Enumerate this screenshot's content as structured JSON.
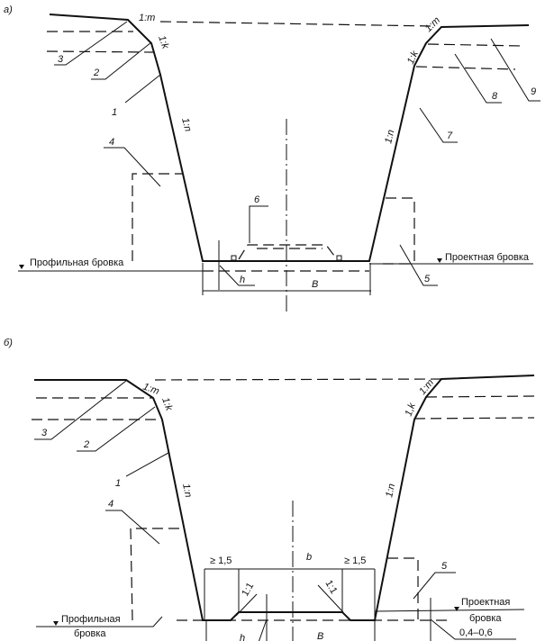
{
  "diagram_a": {
    "panel_label": "а)",
    "slopes": {
      "m": "1:m",
      "k": "1:k",
      "n": "1:n"
    },
    "callouts": [
      "1",
      "2",
      "3",
      "4",
      "5",
      "6",
      "7",
      "8",
      "9"
    ],
    "profile_edge": "Профильная бровка",
    "design_edge": "Проектная бровка",
    "dim_h": "h",
    "dim_B": "B"
  },
  "diagram_b": {
    "panel_label": "б)",
    "slopes": {
      "m": "1:m",
      "k": "1:k",
      "n": "1:n",
      "k_right": "1,k",
      "one_one": "1:1"
    },
    "callouts": [
      "1",
      "2",
      "3",
      "4",
      "5"
    ],
    "profile_edge_line1": "Профильная",
    "profile_edge_line2": "бровка",
    "design_edge_line1": "Проектная",
    "design_edge_line2": "бровка",
    "berm_width": "≥ 1,5",
    "dim_b": "b",
    "dim_h": "h",
    "dim_B": "B",
    "depth_range": "0,4–0,6"
  }
}
